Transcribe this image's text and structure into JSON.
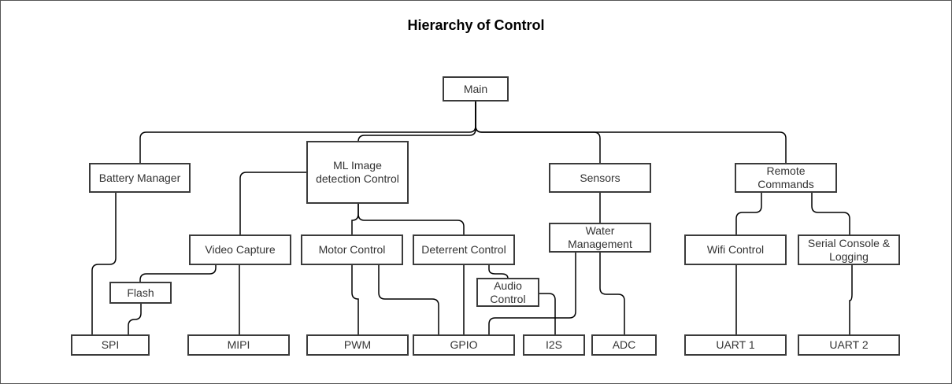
{
  "title": "Hierarchy of Control",
  "nodes": {
    "main": "Main",
    "battery_manager": "Battery Manager",
    "ml_image": "ML Image detection Control",
    "sensors": "Sensors",
    "remote_commands": "Remote Commands",
    "video_capture": "Video Capture",
    "motor_control": "Motor Control",
    "deterrent_control": "Deterrent Control",
    "water_management": "Water Management",
    "wifi_control": "Wifi Control",
    "serial_console": "Serial Console & Logging",
    "flash": "Flash",
    "audio_control": "Audio Control",
    "spi": "SPI",
    "mipi": "MIPI",
    "pwm": "PWM",
    "gpio": "GPIO",
    "i2s": "I2S",
    "adc": "ADC",
    "uart1": "UART 1",
    "uart2": "UART 2"
  },
  "colors": {
    "border": "#3b3b3b",
    "line": "#000000",
    "text": "#333333",
    "title": "#000000",
    "frame": "#555555"
  }
}
